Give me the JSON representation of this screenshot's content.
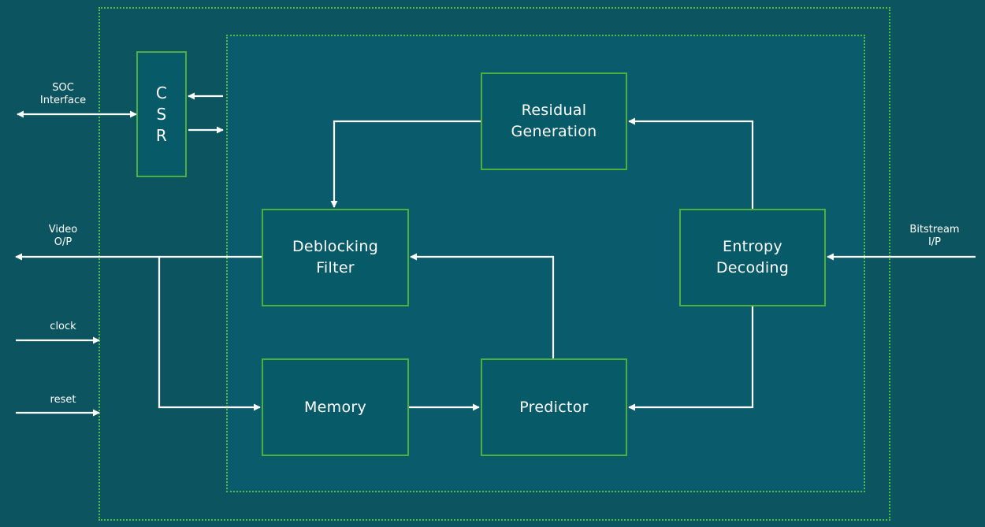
{
  "blocks": {
    "residual": "Residual\nGeneration",
    "deblocking": "Deblocking\nFilter",
    "entropy": "Entropy\nDecoding",
    "memory": "Memory",
    "predictor": "Predictor",
    "csr": "C\nS\nR"
  },
  "signals": {
    "soc": "SOC\nInterface",
    "video_out": "Video\nO/P",
    "clock": "clock",
    "reset": "reset",
    "bitstream_in": "Bitstream\nI/P"
  },
  "colors": {
    "background": "#0c5560",
    "block_border": "#4caf3f",
    "boundary_dots": "#4fbf3c",
    "arrow": "#ffffff"
  }
}
